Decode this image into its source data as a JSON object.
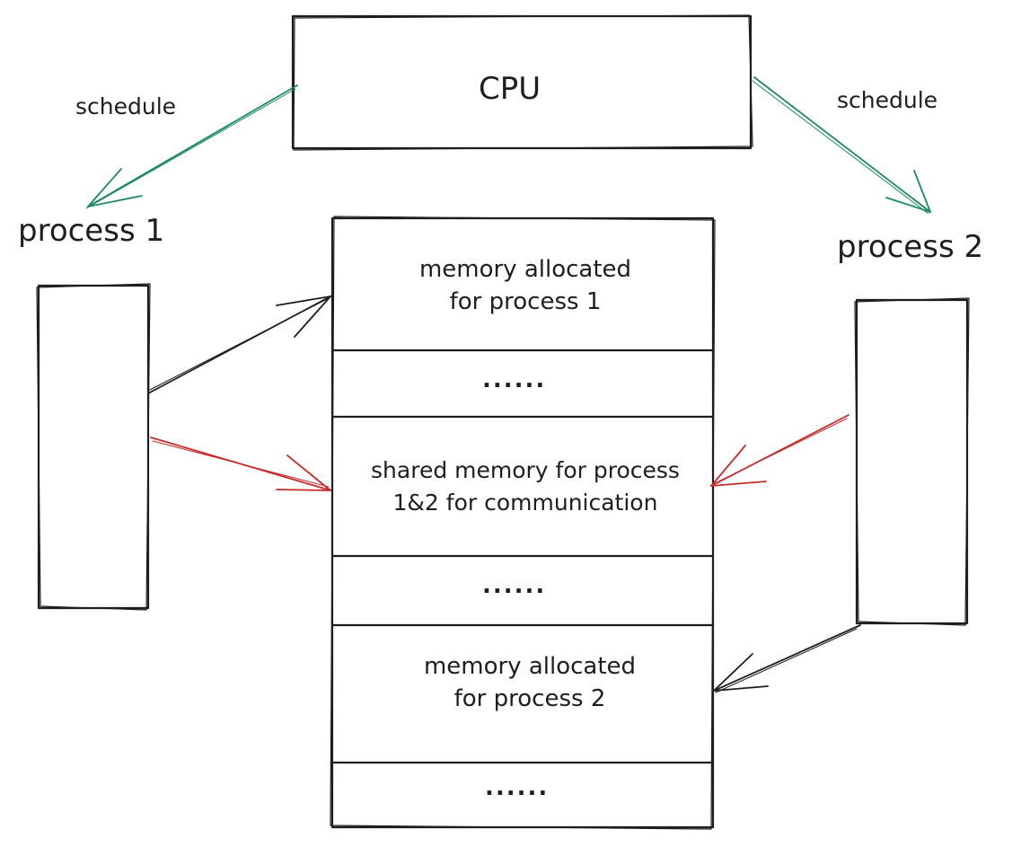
{
  "diagram": {
    "cpu": {
      "label": "CPU"
    },
    "schedule_left": {
      "label": "schedule"
    },
    "schedule_right": {
      "label": "schedule"
    },
    "process1": {
      "label": "process 1"
    },
    "process2": {
      "label": "process 2"
    },
    "memory": {
      "cells": [
        {
          "id": "mem-p1",
          "lines": [
            "memory allocated",
            "for process 1"
          ]
        },
        {
          "id": "gap-1",
          "text": "......"
        },
        {
          "id": "shared",
          "lines": [
            "shared memory for process",
            "1&2 for communication"
          ]
        },
        {
          "id": "gap-2",
          "text": "......"
        },
        {
          "id": "mem-p2",
          "lines": [
            "memory allocated",
            "for process 2"
          ]
        },
        {
          "id": "gap-3",
          "text": "......"
        }
      ]
    },
    "colors": {
      "stroke": "#1e1e1e",
      "schedule_arrow": "#1b8a5f",
      "shared_memory_arrow": "#c72b2b",
      "background": "#ffffff"
    }
  }
}
